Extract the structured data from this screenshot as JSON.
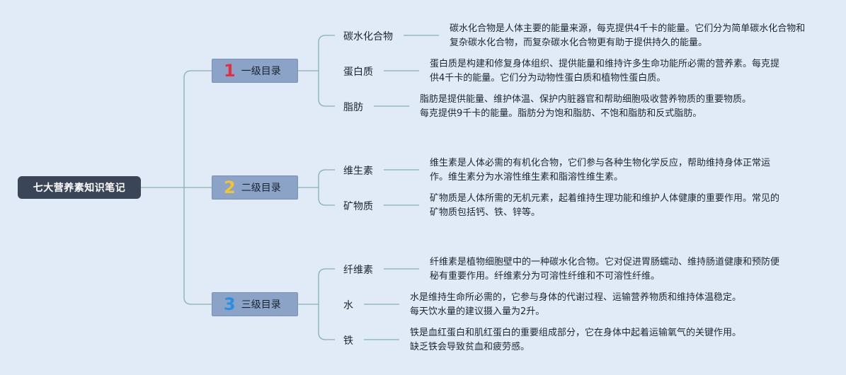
{
  "root": {
    "title": "七大营养素知识笔记"
  },
  "levels": [
    {
      "num": "1",
      "label": "一级目录"
    },
    {
      "num": "2",
      "label": "二级目录"
    },
    {
      "num": "3",
      "label": "三级目录"
    }
  ],
  "topics": [
    {
      "name": "碳水化合物",
      "desc": "碳水化合物是人体主要的能量来源，每克提供4千卡的能量。它们分为简单碳水化合物和复杂碳水化合物，而复杂碳水化合物更有助于提供持久的能量。"
    },
    {
      "name": "蛋白质",
      "desc": "蛋白质是构建和修复身体组织、提供能量和维持许多生命功能所必需的营养素。每克提供4千卡的能量。它们分为动物性蛋白质和植物性蛋白质。"
    },
    {
      "name": "脂肪",
      "desc": "脂肪是提供能量、维护体温、保护内脏器官和帮助细胞吸收营养物质的重要物质。每克提供9千卡的能量。脂肪分为饱和脂肪、不饱和脂肪和反式脂肪。"
    },
    {
      "name": "维生素",
      "desc": "维生素是人体必需的有机化合物，它们参与各种生物化学反应，帮助维持身体正常运作。维生素分为水溶性维生素和脂溶性维生素。"
    },
    {
      "name": "矿物质",
      "desc": "矿物质是人体所需的无机元素，起着维持生理功能和维护人体健康的重要作用。常见的矿物质包括钙、铁、锌等。"
    },
    {
      "name": "纤维素",
      "desc": "纤维素是植物细胞壁中的一种碳水化合物。它对促进胃肠蠕动、维持肠道健康和预防便秘有重要作用。纤维素分为可溶性纤维和不可溶性纤维。"
    },
    {
      "name": "水",
      "desc": "水是维持生命所必需的，它参与身体的代谢过程、运输营养物质和维持体温稳定。每天饮水量的建议摄入量为2升。"
    },
    {
      "name": "铁",
      "desc": "铁是血红蛋白和肌红蛋白的重要组成部分，它在身体中起着运输氧气的关键作用。缺乏铁会导致贫血和疲劳感。"
    }
  ]
}
